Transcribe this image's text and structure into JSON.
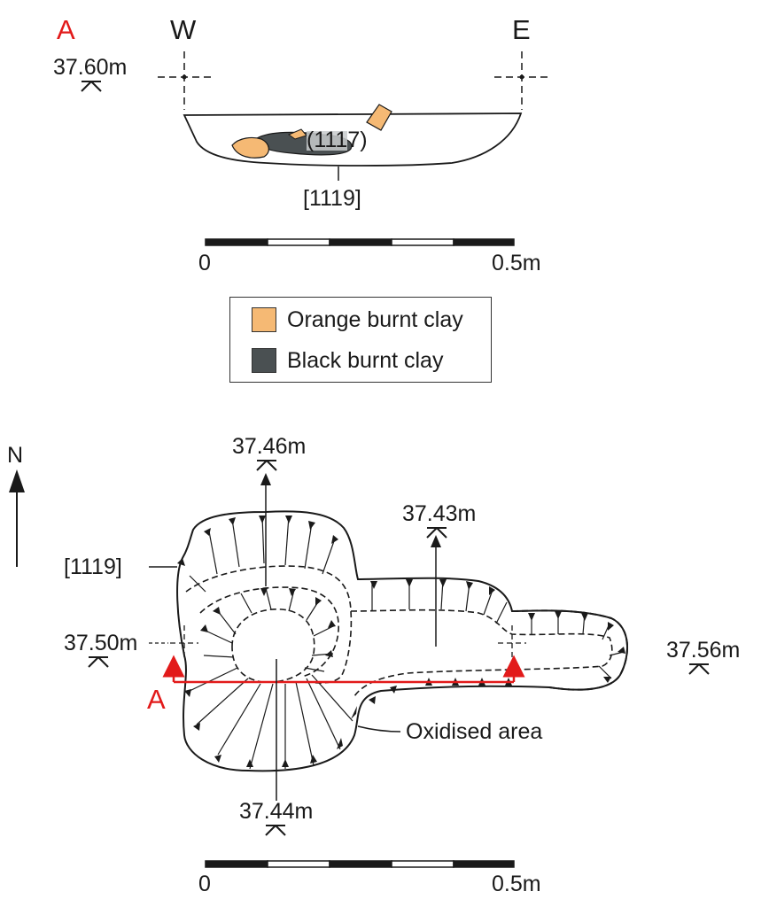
{
  "section": {
    "label": "A",
    "west": "W",
    "east": "E",
    "datum": "37.60m",
    "fill_label": "(1117)",
    "cut_label": "[1119]"
  },
  "scale_bar": {
    "start": "0",
    "end": "0.5m"
  },
  "legend": {
    "items": [
      {
        "label": "Orange burnt clay",
        "color": "#f5b974"
      },
      {
        "label": "Black burnt clay",
        "color": "#4a5052"
      }
    ]
  },
  "plan": {
    "north": "N",
    "cut_label": "[1119]",
    "section_label": "A",
    "oxidised_label": "Oxidised area",
    "levels": [
      "37.46m",
      "37.43m",
      "37.50m",
      "37.56m",
      "37.44m"
    ]
  },
  "colors": {
    "section_line": "#e21a1a",
    "ink": "#1a1a1a"
  }
}
